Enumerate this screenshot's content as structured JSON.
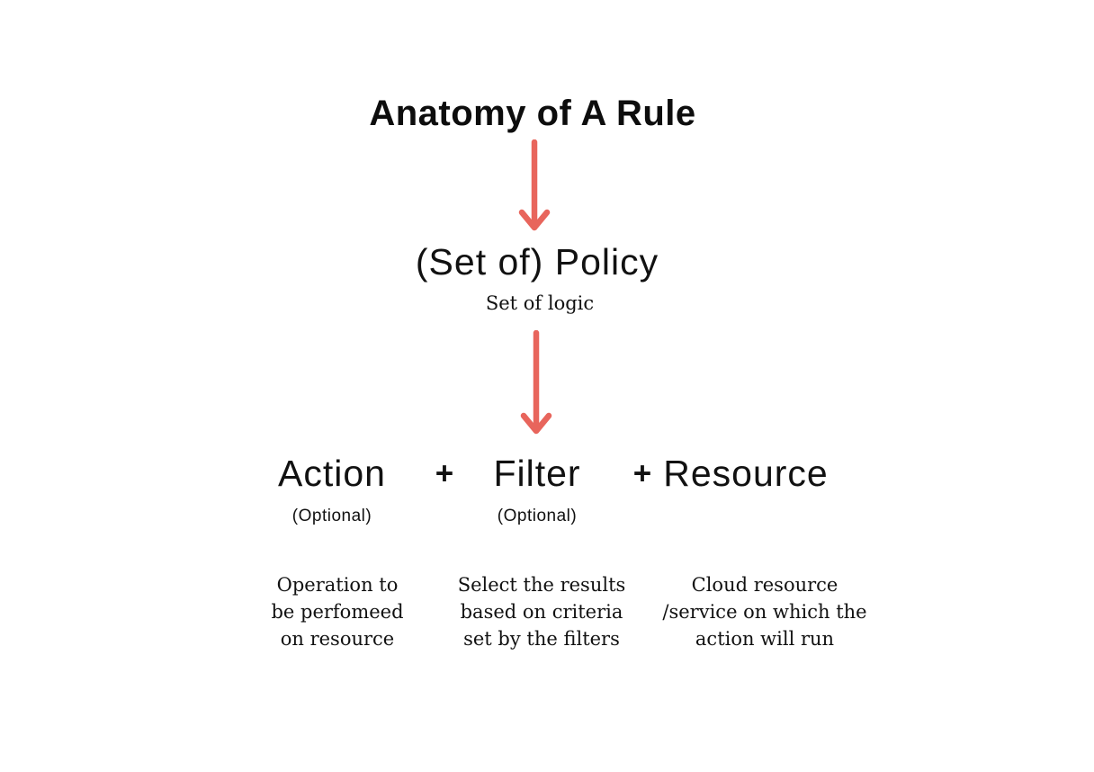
{
  "colors": {
    "background": "#ffffff",
    "text": "#111111",
    "arrow": "#e8655c"
  },
  "title": "Anatomy of A Rule",
  "policy": {
    "heading": "(Set of) Policy",
    "subtitle": "Set of logic"
  },
  "components": {
    "plus": "+",
    "items": [
      {
        "label": "Action",
        "note": "(Optional)"
      },
      {
        "label": "Filter",
        "note": "(Optional)"
      },
      {
        "label": "Resource",
        "note": ""
      }
    ]
  },
  "descriptions": [
    {
      "for": "Action",
      "lines": [
        "Operation to",
        "be perfomeed",
        "on resource"
      ]
    },
    {
      "for": "Filter",
      "lines": [
        "Select the results",
        "based on criteria",
        "set by the filters"
      ]
    },
    {
      "for": "Resource",
      "lines": [
        "Cloud resource",
        "/service on which the",
        "action will run"
      ]
    }
  ],
  "icons": {
    "arrow_down": "arrow-down"
  }
}
